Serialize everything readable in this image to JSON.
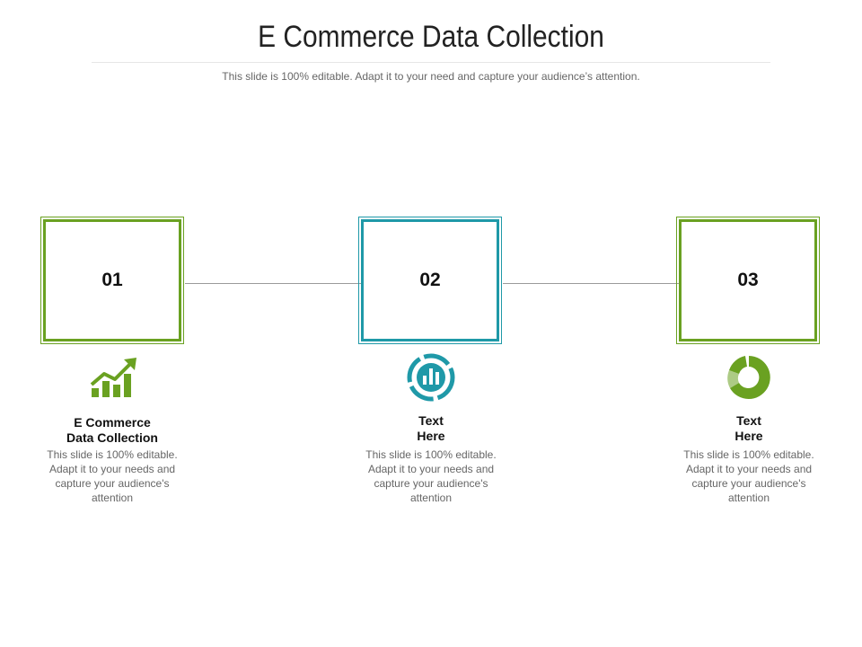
{
  "slide": {
    "title": "E Commerce Data Collection",
    "subtitle": "This slide is 100% editable. Adapt it to your need and capture your audience’s attention."
  },
  "colors": {
    "green": "#6aa121",
    "teal": "#1f99a8",
    "connector": "#9a9a9a"
  },
  "steps": [
    {
      "number": "01",
      "icon": "growth-bar-chart-icon",
      "heading_line1": "E Commerce",
      "heading_line2": "Data Collection",
      "description": "This slide is 100% editable. Adapt it to your needs and capture your audience's attention"
    },
    {
      "number": "02",
      "icon": "circular-bar-chart-icon",
      "heading_line1": "Text",
      "heading_line2": "Here",
      "description": "This slide is 100% editable. Adapt it to your needs and capture your audience's attention"
    },
    {
      "number": "03",
      "icon": "donut-chart-icon",
      "heading_line1": "Text",
      "heading_line2": "Here",
      "description": "This slide is 100% editable. Adapt it to your needs and capture your audience's attention"
    }
  ]
}
